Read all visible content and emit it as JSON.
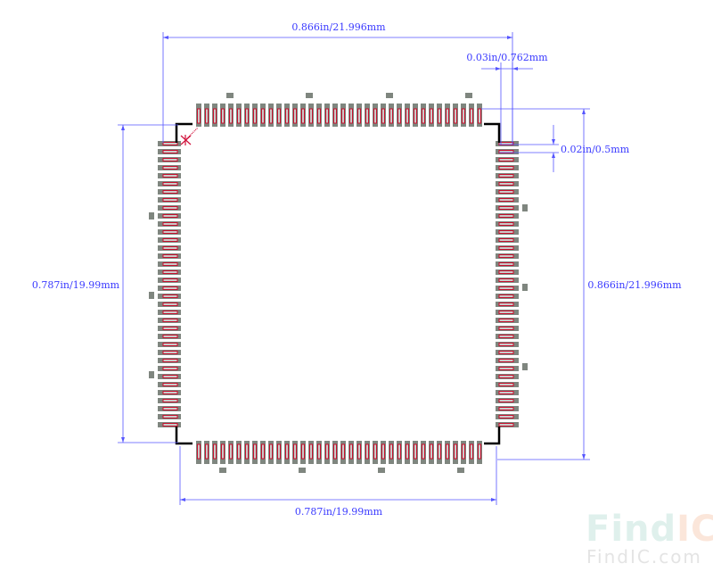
{
  "dimensions": {
    "top_width": "0.866in/21.996mm",
    "bottom_width": "0.787in/19.99mm",
    "left_height": "0.787in/19.99mm",
    "right_height": "0.866in/21.996mm",
    "pad_length": "0.03in/0.762mm",
    "pitch": "0.02in/0.5mm"
  },
  "footprint": {
    "pins_per_side": 36
  },
  "colors": {
    "dim": "#3a3aff",
    "pad": "#7f867f",
    "pad_outline": "#c8102e",
    "body": "#000000"
  },
  "watermark": {
    "logo_find": "Find",
    "logo_ic": "IC",
    "url": "FindIC.com"
  }
}
